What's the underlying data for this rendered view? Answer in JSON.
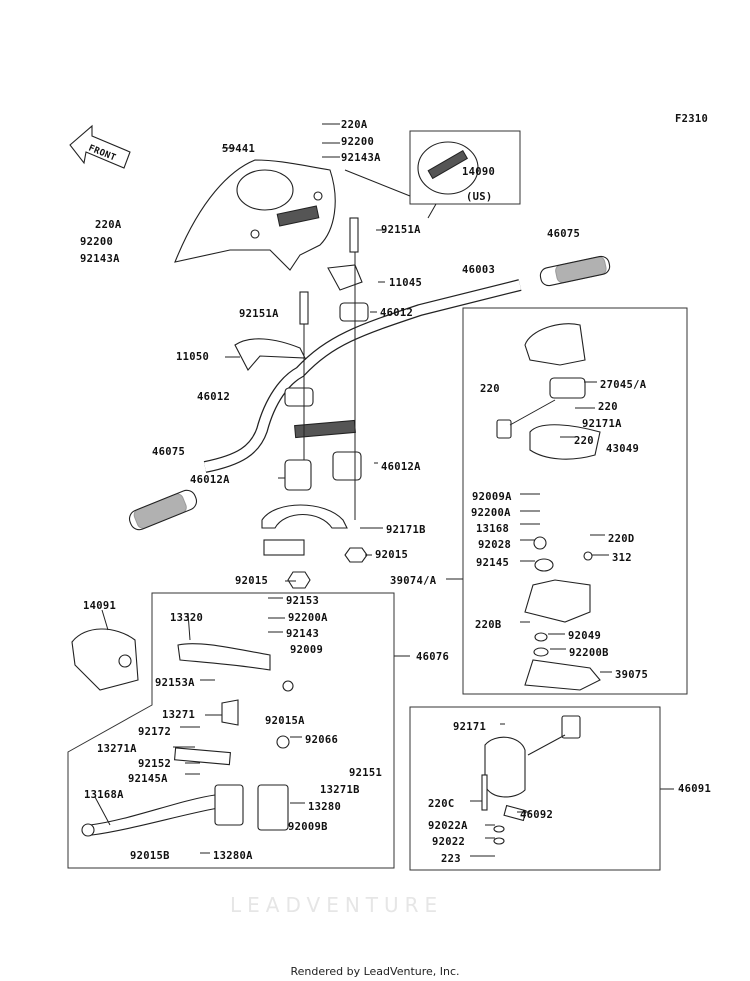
{
  "diagram": {
    "code": "F2310",
    "front_arrow": "FRONT",
    "watermark": "LEADVENTURE",
    "footer": "Rendered by LeadVenture, Inc.",
    "labels": {
      "top_220A": "220A",
      "top_92200": "92200",
      "top_92143A": "92143A",
      "meter_59441": "59441",
      "emblem_14090": "14090",
      "emblem_us": "(US)",
      "left_220A": "220A",
      "left_92200": "92200",
      "left_92143A": "92143A",
      "bolt_92151A_top": "92151A",
      "grip_46075_right": "46075",
      "bar_46003": "46003",
      "bracket_11045": "11045",
      "bolt_92151A_mid": "92151A",
      "holder_46012_top": "46012",
      "bracket_11050": "11050",
      "sw_220_a": "220",
      "sw_27045A": "27045/A",
      "sw_220_b": "220",
      "sw_92171A": "92171A",
      "sw_220_c": "220",
      "holder_46012_left": "46012",
      "cover_43049": "43049",
      "grip_46075_left": "46075",
      "holder_46012A_right": "46012A",
      "holder_46012A_left": "46012A",
      "sw_92009A": "92009A",
      "sw_92200A": "92200A",
      "sw_13168": "13168",
      "clamp_92171B": "92171B",
      "sw_92028": "92028",
      "sw_220D": "220D",
      "nut_92015_right": "92015",
      "sw_312": "312",
      "sw_92145": "92145",
      "case_39074A": "39074/A",
      "nut_92015_left": "92015",
      "guard_14091": "14091",
      "lv_92153": "92153",
      "lv_13320": "13320",
      "lv_92200A": "92200A",
      "lever_assy_46076": "46076",
      "lv_92143": "92143",
      "lv_92009": "92009",
      "sw_220B": "220B",
      "sw_92049": "92049",
      "sw_92200B": "92200B",
      "lever_39075": "39075",
      "lv_92153A": "92153A",
      "lv_13271": "13271",
      "lv_92015A": "92015A",
      "lv_92172": "92172",
      "ls_92171": "92171",
      "lv_92066": "92066",
      "lv_13271A": "13271A",
      "lv_92152": "92152",
      "lv_92151": "92151",
      "lv_92145A": "92145A",
      "lv_13271B": "13271B",
      "lv_13168A": "13168A",
      "lv_13280": "13280",
      "ls_220C": "220C",
      "ls_46092": "46092",
      "ls_92022A": "92022A",
      "lv_92009B": "92009B",
      "ls_92022": "92022",
      "ls_223": "223",
      "lv_92015B": "92015B",
      "lv_13280A": "13280A",
      "switch_assy_46091": "46091"
    }
  }
}
